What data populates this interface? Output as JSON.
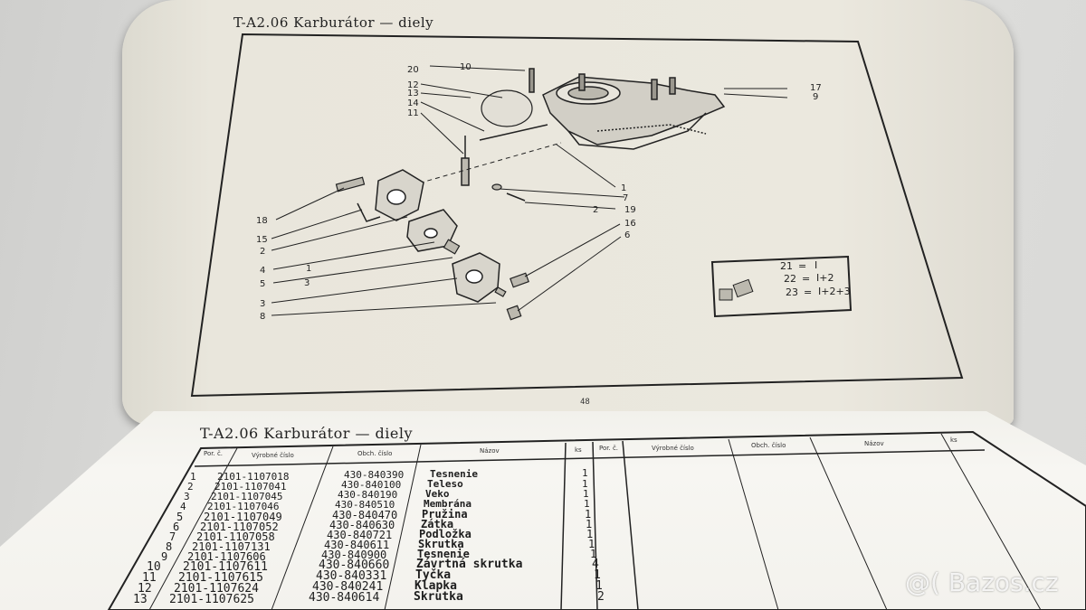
{
  "page_top": {
    "title": "T-A2.06 Karburátor — diely",
    "page_number": "48",
    "callouts_left": [
      "18",
      "15",
      "2",
      "4",
      "5",
      "3",
      "8"
    ],
    "callouts_left_inner": [
      "1",
      "3"
    ],
    "callouts_right": [
      "1",
      "7",
      "2",
      "19",
      "16",
      "6"
    ],
    "callouts_top": [
      "20",
      "10",
      "12",
      "13",
      "14",
      "11"
    ],
    "callouts_top_right": [
      "17",
      "9"
    ],
    "legend": [
      {
        "key": "21",
        "value": "I"
      },
      {
        "key": "22",
        "value": "I+2"
      },
      {
        "key": "23",
        "value": "I+2+3"
      }
    ]
  },
  "page_bottom": {
    "title": "T-A2.06 Karburátor — diely",
    "headers": {
      "por": "Por. č.",
      "vyrobne": "Výrobné číslo",
      "obch": "Obch. číslo",
      "nazov": "Názov",
      "ks": "ks",
      "por2": "Por. č.",
      "vyrobne2": "Výrobné číslo",
      "obch2": "Obch. číslo",
      "nazov2": "Názov",
      "ks2": "ks"
    },
    "rows": [
      {
        "n": "1",
        "vyr": "2101-1107018",
        "obch": "430-840390",
        "nazov": "Tesnenie",
        "ks": "1"
      },
      {
        "n": "2",
        "vyr": "2101-1107041",
        "obch": "430-840100",
        "nazov": "Teleso",
        "ks": "1"
      },
      {
        "n": "3",
        "vyr": "2101-1107045",
        "obch": "430-840190",
        "nazov": "Veko",
        "ks": "1"
      },
      {
        "n": "4",
        "vyr": "2101-1107046",
        "obch": "430-840510",
        "nazov": "Membrána",
        "ks": "1"
      },
      {
        "n": "5",
        "vyr": "2101-1107049",
        "obch": "430-840470",
        "nazov": "Pružina",
        "ks": "1"
      },
      {
        "n": "6",
        "vyr": "2101-1107052",
        "obch": "430-840630",
        "nazov": "Zátka",
        "ks": "1"
      },
      {
        "n": "7",
        "vyr": "2101-1107058",
        "obch": "430-840721",
        "nazov": "Podložka",
        "ks": "1"
      },
      {
        "n": "8",
        "vyr": "2101-1107131",
        "obch": "430-840611",
        "nazov": "Skrutka",
        "ks": "1"
      },
      {
        "n": "9",
        "vyr": "2101-1107606",
        "obch": "430-840900",
        "nazov": "Tesnenie",
        "ks": "1"
      },
      {
        "n": "10",
        "vyr": "2101-1107611",
        "obch": "430-840660",
        "nazov": "Závrtná skrutka",
        "ks": "4"
      },
      {
        "n": "11",
        "vyr": "2101-1107615",
        "obch": "430-840331",
        "nazov": "Tyčka",
        "ks": "1"
      },
      {
        "n": "12",
        "vyr": "2101-1107624",
        "obch": "430-840241",
        "nazov": "Klapka",
        "ks": "1"
      },
      {
        "n": "13",
        "vyr": "2101-1107625",
        "obch": "430-840614",
        "nazov": "Skrutka",
        "ks": "2"
      }
    ]
  },
  "watermark": "@( Bazos.cz"
}
